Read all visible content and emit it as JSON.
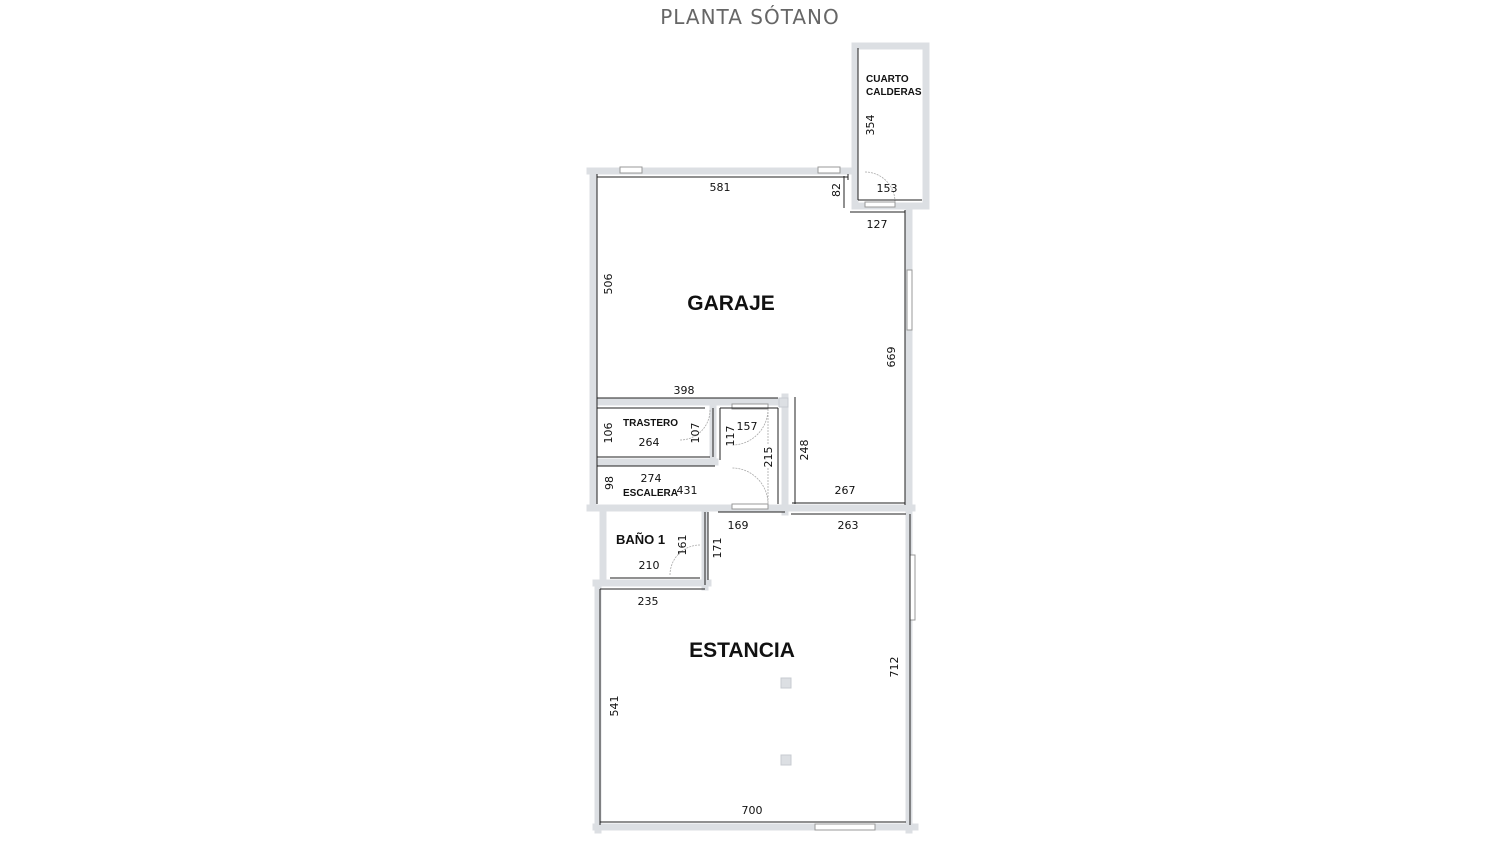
{
  "title": "PLANTA SÓTANO",
  "rooms": {
    "garaje": "GARAJE",
    "cuarto": "CUARTO",
    "calderas": "CALDERAS",
    "trastero": "TRASTERO",
    "escalera": "ESCALERA",
    "bano": "BAÑO 1",
    "estancia": "ESTANCIA"
  },
  "dims": {
    "d581": "581",
    "d82": "82",
    "d354": "354",
    "d153": "153",
    "d127": "127",
    "d506": "506",
    "d669": "669",
    "d398": "398",
    "d106": "106",
    "d264": "264",
    "d107": "107",
    "d117": "117",
    "d157": "157",
    "d215": "215",
    "d248": "248",
    "d98": "98",
    "d274": "274",
    "d431": "431",
    "d267": "267",
    "d169": "169",
    "d263": "263",
    "d161": "161",
    "d171": "171",
    "d210": "210",
    "d235": "235",
    "d541": "541",
    "d712": "712",
    "d700": "700"
  },
  "colors": {
    "wall": "#dcdfe3",
    "line": "#222222"
  }
}
